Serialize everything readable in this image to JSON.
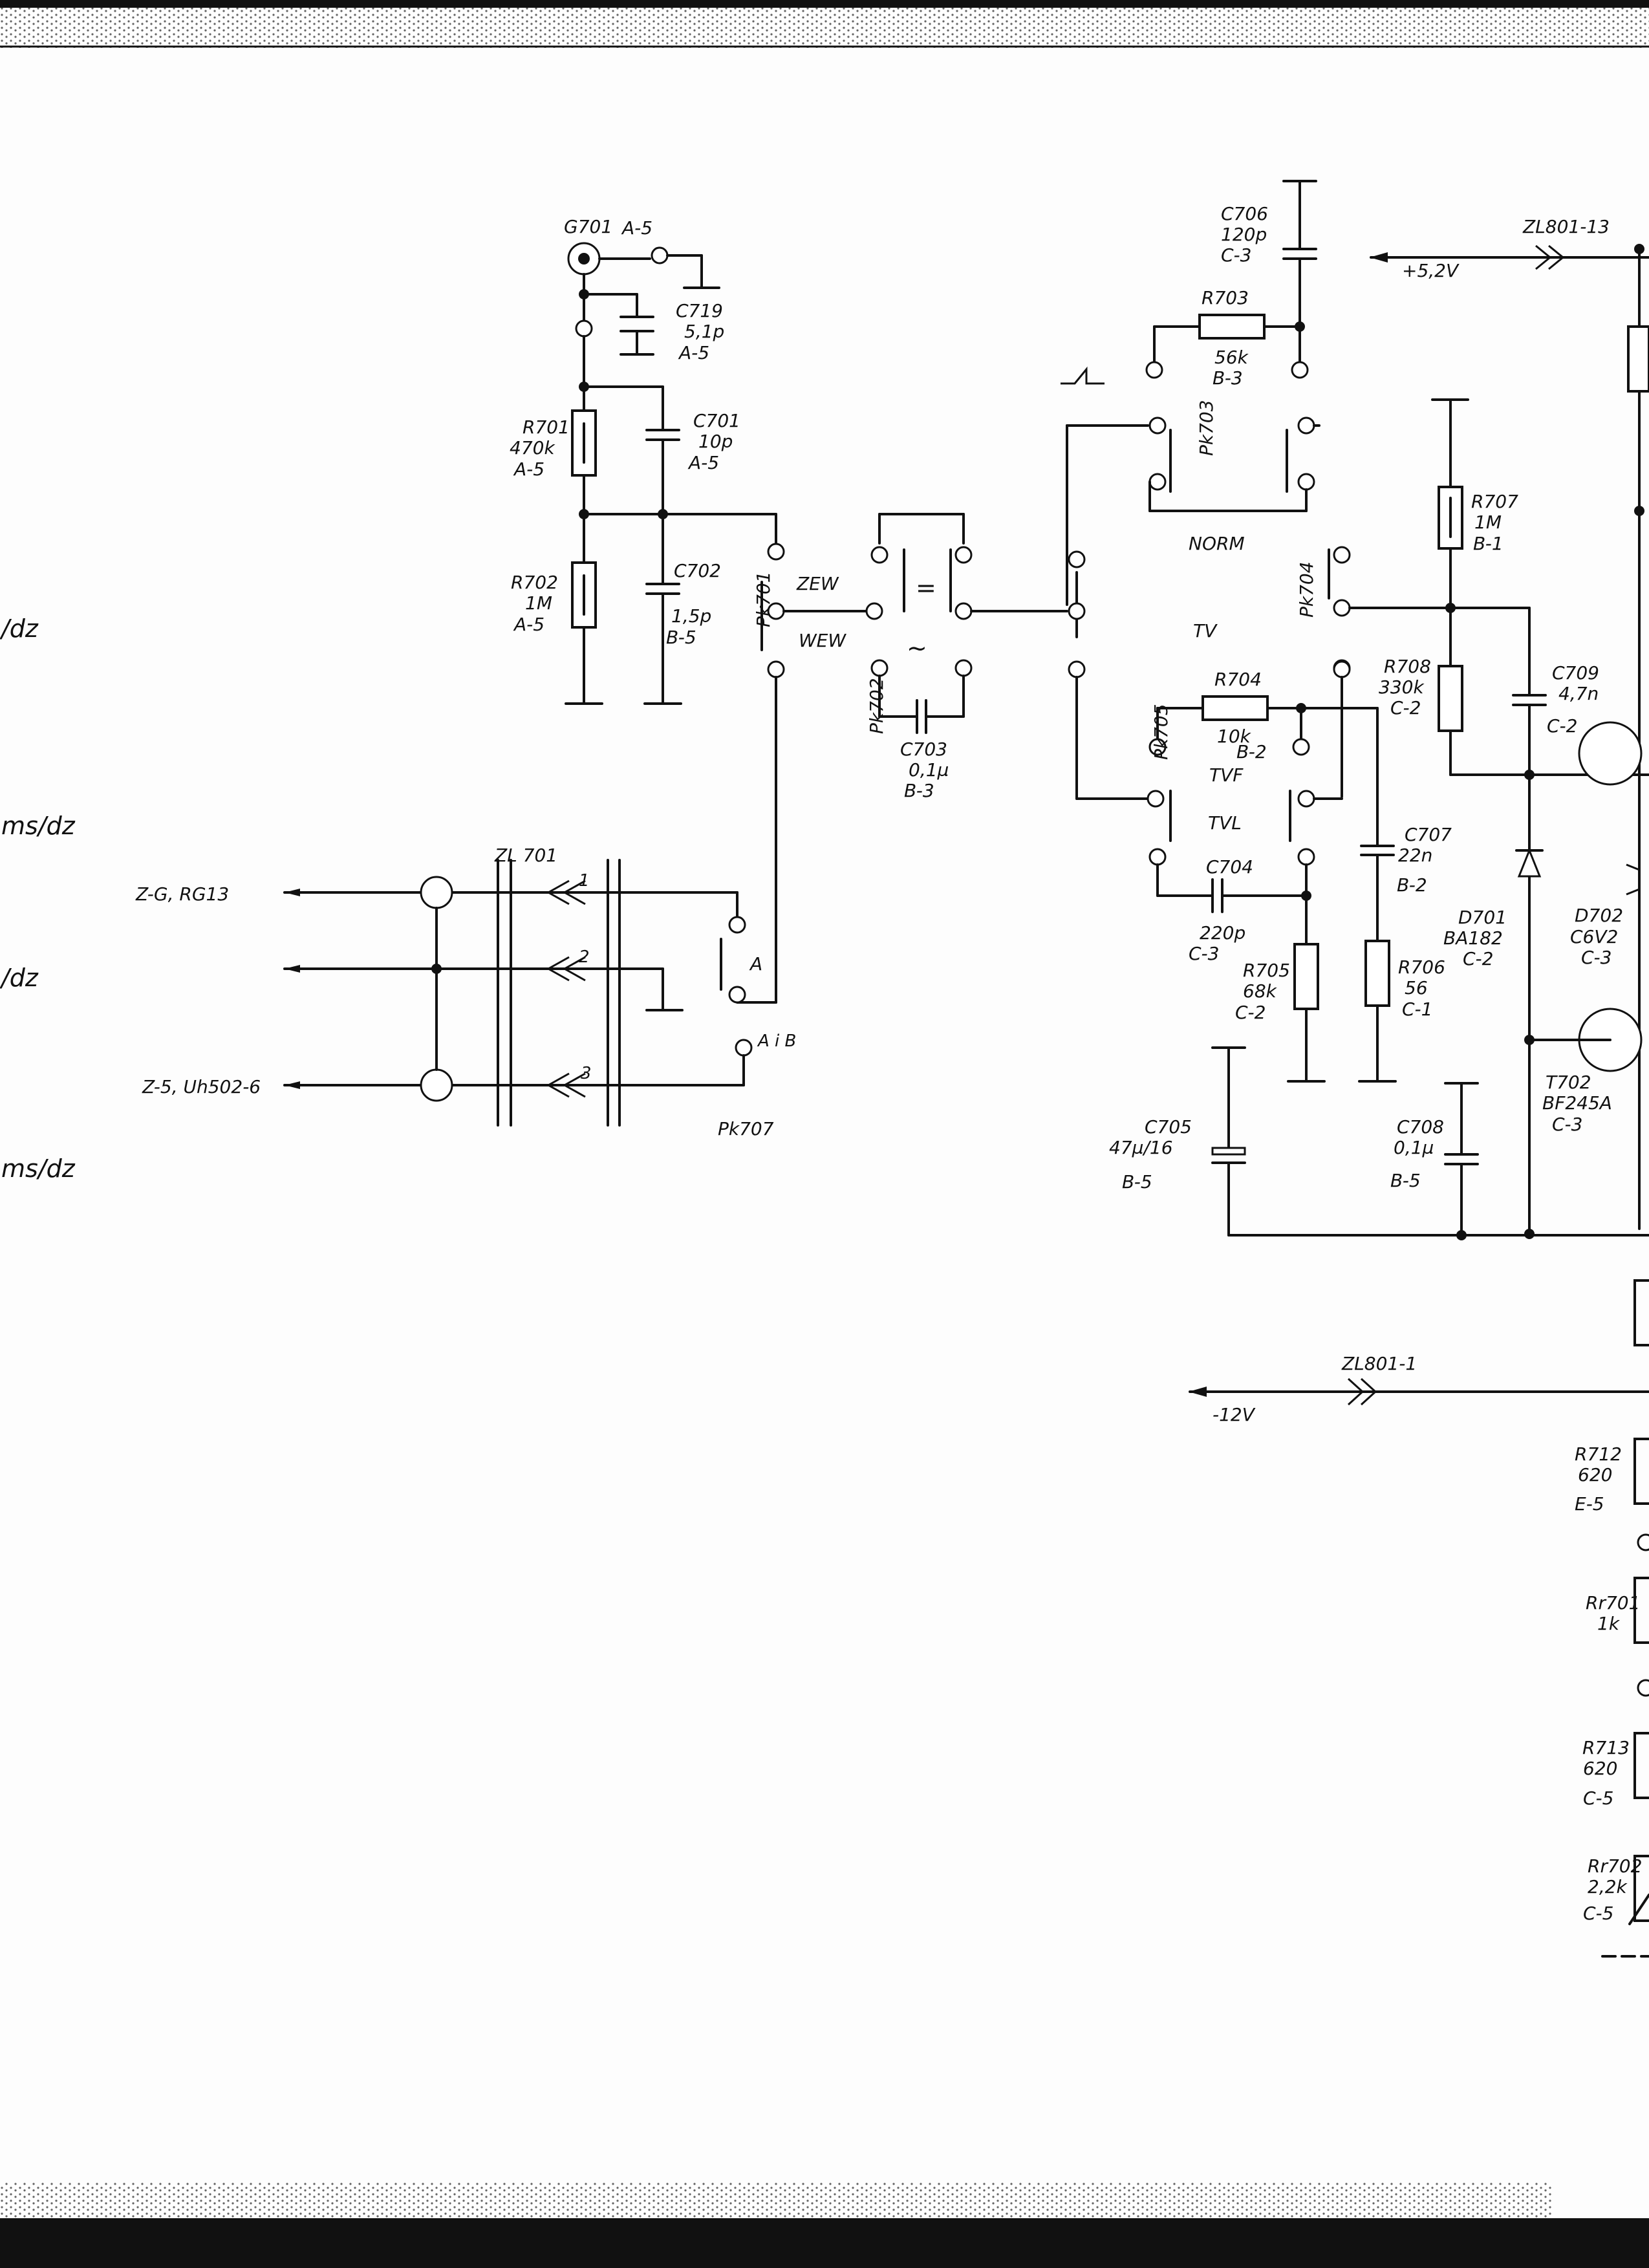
{
  "edge_labels": {
    "l1": "/dz",
    "l2": "ms/dz",
    "l3": "/dz",
    "l4": "ms/dz"
  },
  "connectors": {
    "g701": "G701",
    "g701_ref": "A-5",
    "zl701": "ZL 701",
    "zl701_pin1": "1",
    "zl701_pin2": "2",
    "zl701_pin3": "3",
    "zl801_13": "ZL801-13",
    "zl801_1": "ZL801-1",
    "left_top": "Z-G, RG13",
    "left_bottom": "Z-5, Uh502-6"
  },
  "rails": {
    "plus": "+5,2V",
    "minus": "-12V"
  },
  "components": {
    "c719": [
      "C719",
      "5,1p",
      "A-5"
    ],
    "r701": [
      "R701",
      "470k",
      "A-5"
    ],
    "c701": [
      "C701",
      "10p",
      "A-5"
    ],
    "r702": [
      "R702",
      "1M",
      "A-5"
    ],
    "c702": [
      "C702",
      "1,5p",
      "B-5"
    ],
    "c703": [
      "C703",
      "0,1µ",
      "B-3"
    ],
    "c706": [
      "C706",
      "120p",
      "C-3"
    ],
    "r703": [
      "R703",
      "56k",
      "B-3"
    ],
    "r707": [
      "R707",
      "1M",
      "B-1"
    ],
    "r708": [
      "R708",
      "330k",
      "C-2"
    ],
    "c709": [
      "C709",
      "4,7n",
      "C-2"
    ],
    "r704": [
      "R704",
      "10k",
      "B-2"
    ],
    "c707": [
      "C707",
      "22n",
      "B-2"
    ],
    "c704": [
      "C704",
      "220p",
      "C-3"
    ],
    "r705": [
      "R705",
      "68k",
      "C-2"
    ],
    "r706": [
      "R706",
      "56",
      "C-1"
    ],
    "d701": [
      "D701",
      "BA182",
      "C-2"
    ],
    "d702": [
      "D702",
      "C6V2",
      "C-3"
    ],
    "t702": [
      "T702",
      "BF245A",
      "C-3"
    ],
    "c705": [
      "C705",
      "47µ/16",
      "B-5"
    ],
    "c708": [
      "C708",
      "0,1µ",
      "B-5"
    ],
    "r712": [
      "R712",
      "620",
      "E-5"
    ],
    "rr701": [
      "Rr701",
      "1k"
    ],
    "r713": [
      "R713",
      "620",
      "C-5"
    ],
    "rr702": [
      "Rr702",
      "2,2k",
      "C-5"
    ]
  },
  "switches": {
    "pk701": "Pk701",
    "pk702": "Pk702",
    "pk703": "Pk703",
    "pk704": "Pk704",
    "pk705": "Pk705",
    "pk707": "Pk707",
    "zew": "ZEW",
    "wew": "WEW",
    "norm": "NORM",
    "tv": "TV",
    "tvf": "TVF",
    "tvl": "TVL",
    "a": "A",
    "aib": "A i B",
    "eq": "=",
    "ac": "~"
  }
}
